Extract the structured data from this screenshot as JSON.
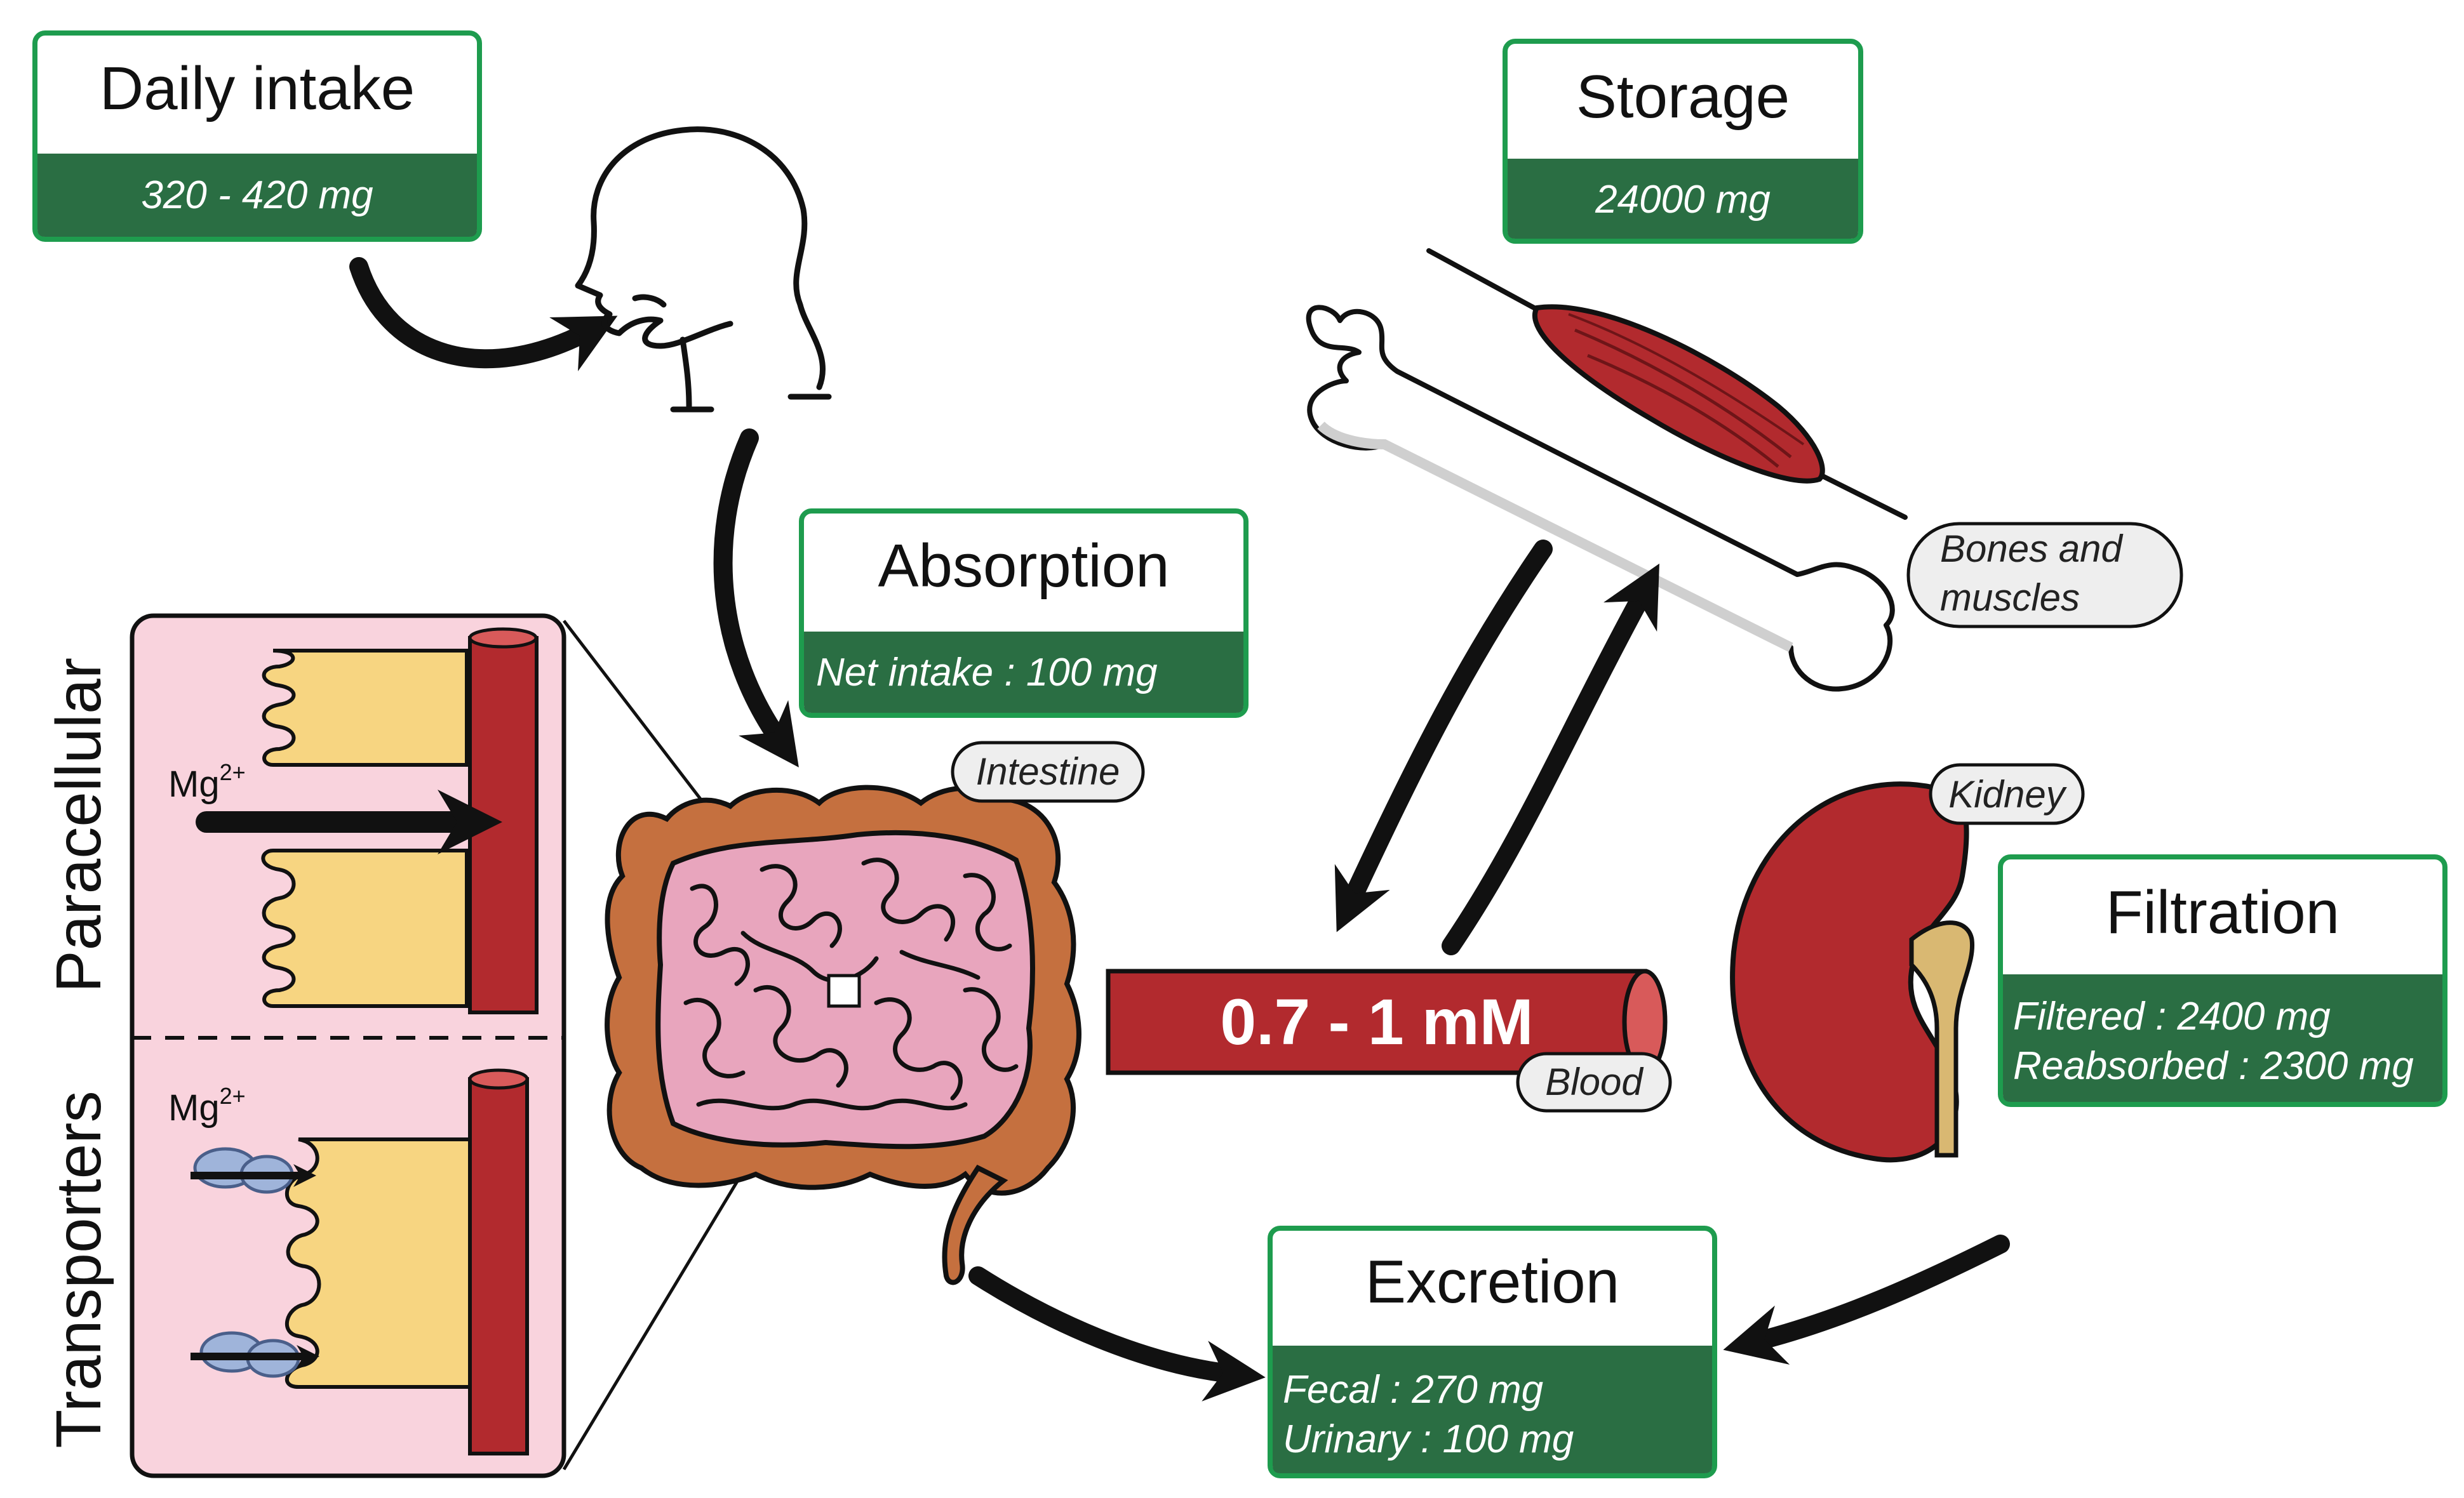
{
  "daily_intake": {
    "title": "Daily intake",
    "value": "320 - 420 mg"
  },
  "absorption": {
    "title": "Absorption",
    "value": "Net intake : 100 mg"
  },
  "storage": {
    "title": "Storage",
    "value": "24000 mg"
  },
  "filtration": {
    "title": "Filtration",
    "filtered": "Filtered : 2400 mg",
    "reabsorbed": "Reabsorbed : 2300 mg"
  },
  "excretion": {
    "title": "Excretion",
    "fecal": "Fecal : 270 mg",
    "urinary": "Urinary : 100 mg"
  },
  "labels": {
    "intestine": "Intestine",
    "bones_line1": "Bones and",
    "bones_line2": "muscles",
    "kidney": "Kidney",
    "blood": "Blood",
    "blood_concentration": "0.7 - 1 mM"
  },
  "inset": {
    "paracellular": "Paracellular",
    "transporters": "Transporters",
    "ion": "Mg",
    "ion_charge": "2+"
  },
  "colors": {
    "box_border": "#1e9c4e",
    "box_fill_dark": "#2a6e43",
    "blood_red": "#b22a2e",
    "inset_pink": "#f9d3dd",
    "intestine_pink": "#e8a5bd",
    "colon_brown": "#c5703f",
    "cell_yellow": "#f7d581",
    "transporter_blue": "#9fb4da",
    "kidney_red": "#b22a2e",
    "ureter_tan": "#d9b872",
    "bubble_fill": "#eeeeee"
  }
}
